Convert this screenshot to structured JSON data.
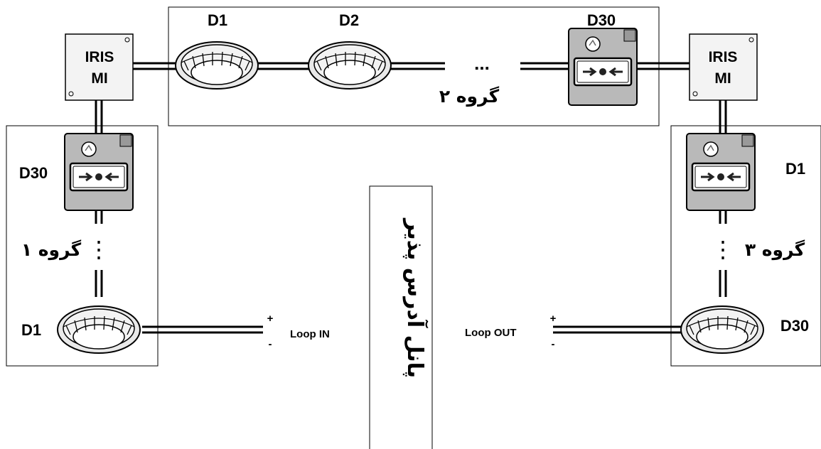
{
  "devices": {
    "top_d1": "D1",
    "top_d2": "D2",
    "top_d30": "D30",
    "left_d30": "D30",
    "left_d1": "D1",
    "right_d1": "D1",
    "right_d30": "D30"
  },
  "modules": {
    "left": {
      "line1": "IRIS",
      "line2": "MI"
    },
    "right": {
      "line1": "IRIS",
      "line2": "MI"
    }
  },
  "groups": {
    "group1": "گروه ۱",
    "group2": "گروه ۲",
    "group3": "گروه ۳"
  },
  "ellipsis": {
    "horizontal": "...",
    "vertical": "⋮"
  },
  "loop": {
    "in_label": "Loop IN",
    "out_label": "Loop OUT",
    "plus": "+",
    "minus": "-"
  },
  "panel": {
    "label": "پانل آدرس پذیر"
  }
}
